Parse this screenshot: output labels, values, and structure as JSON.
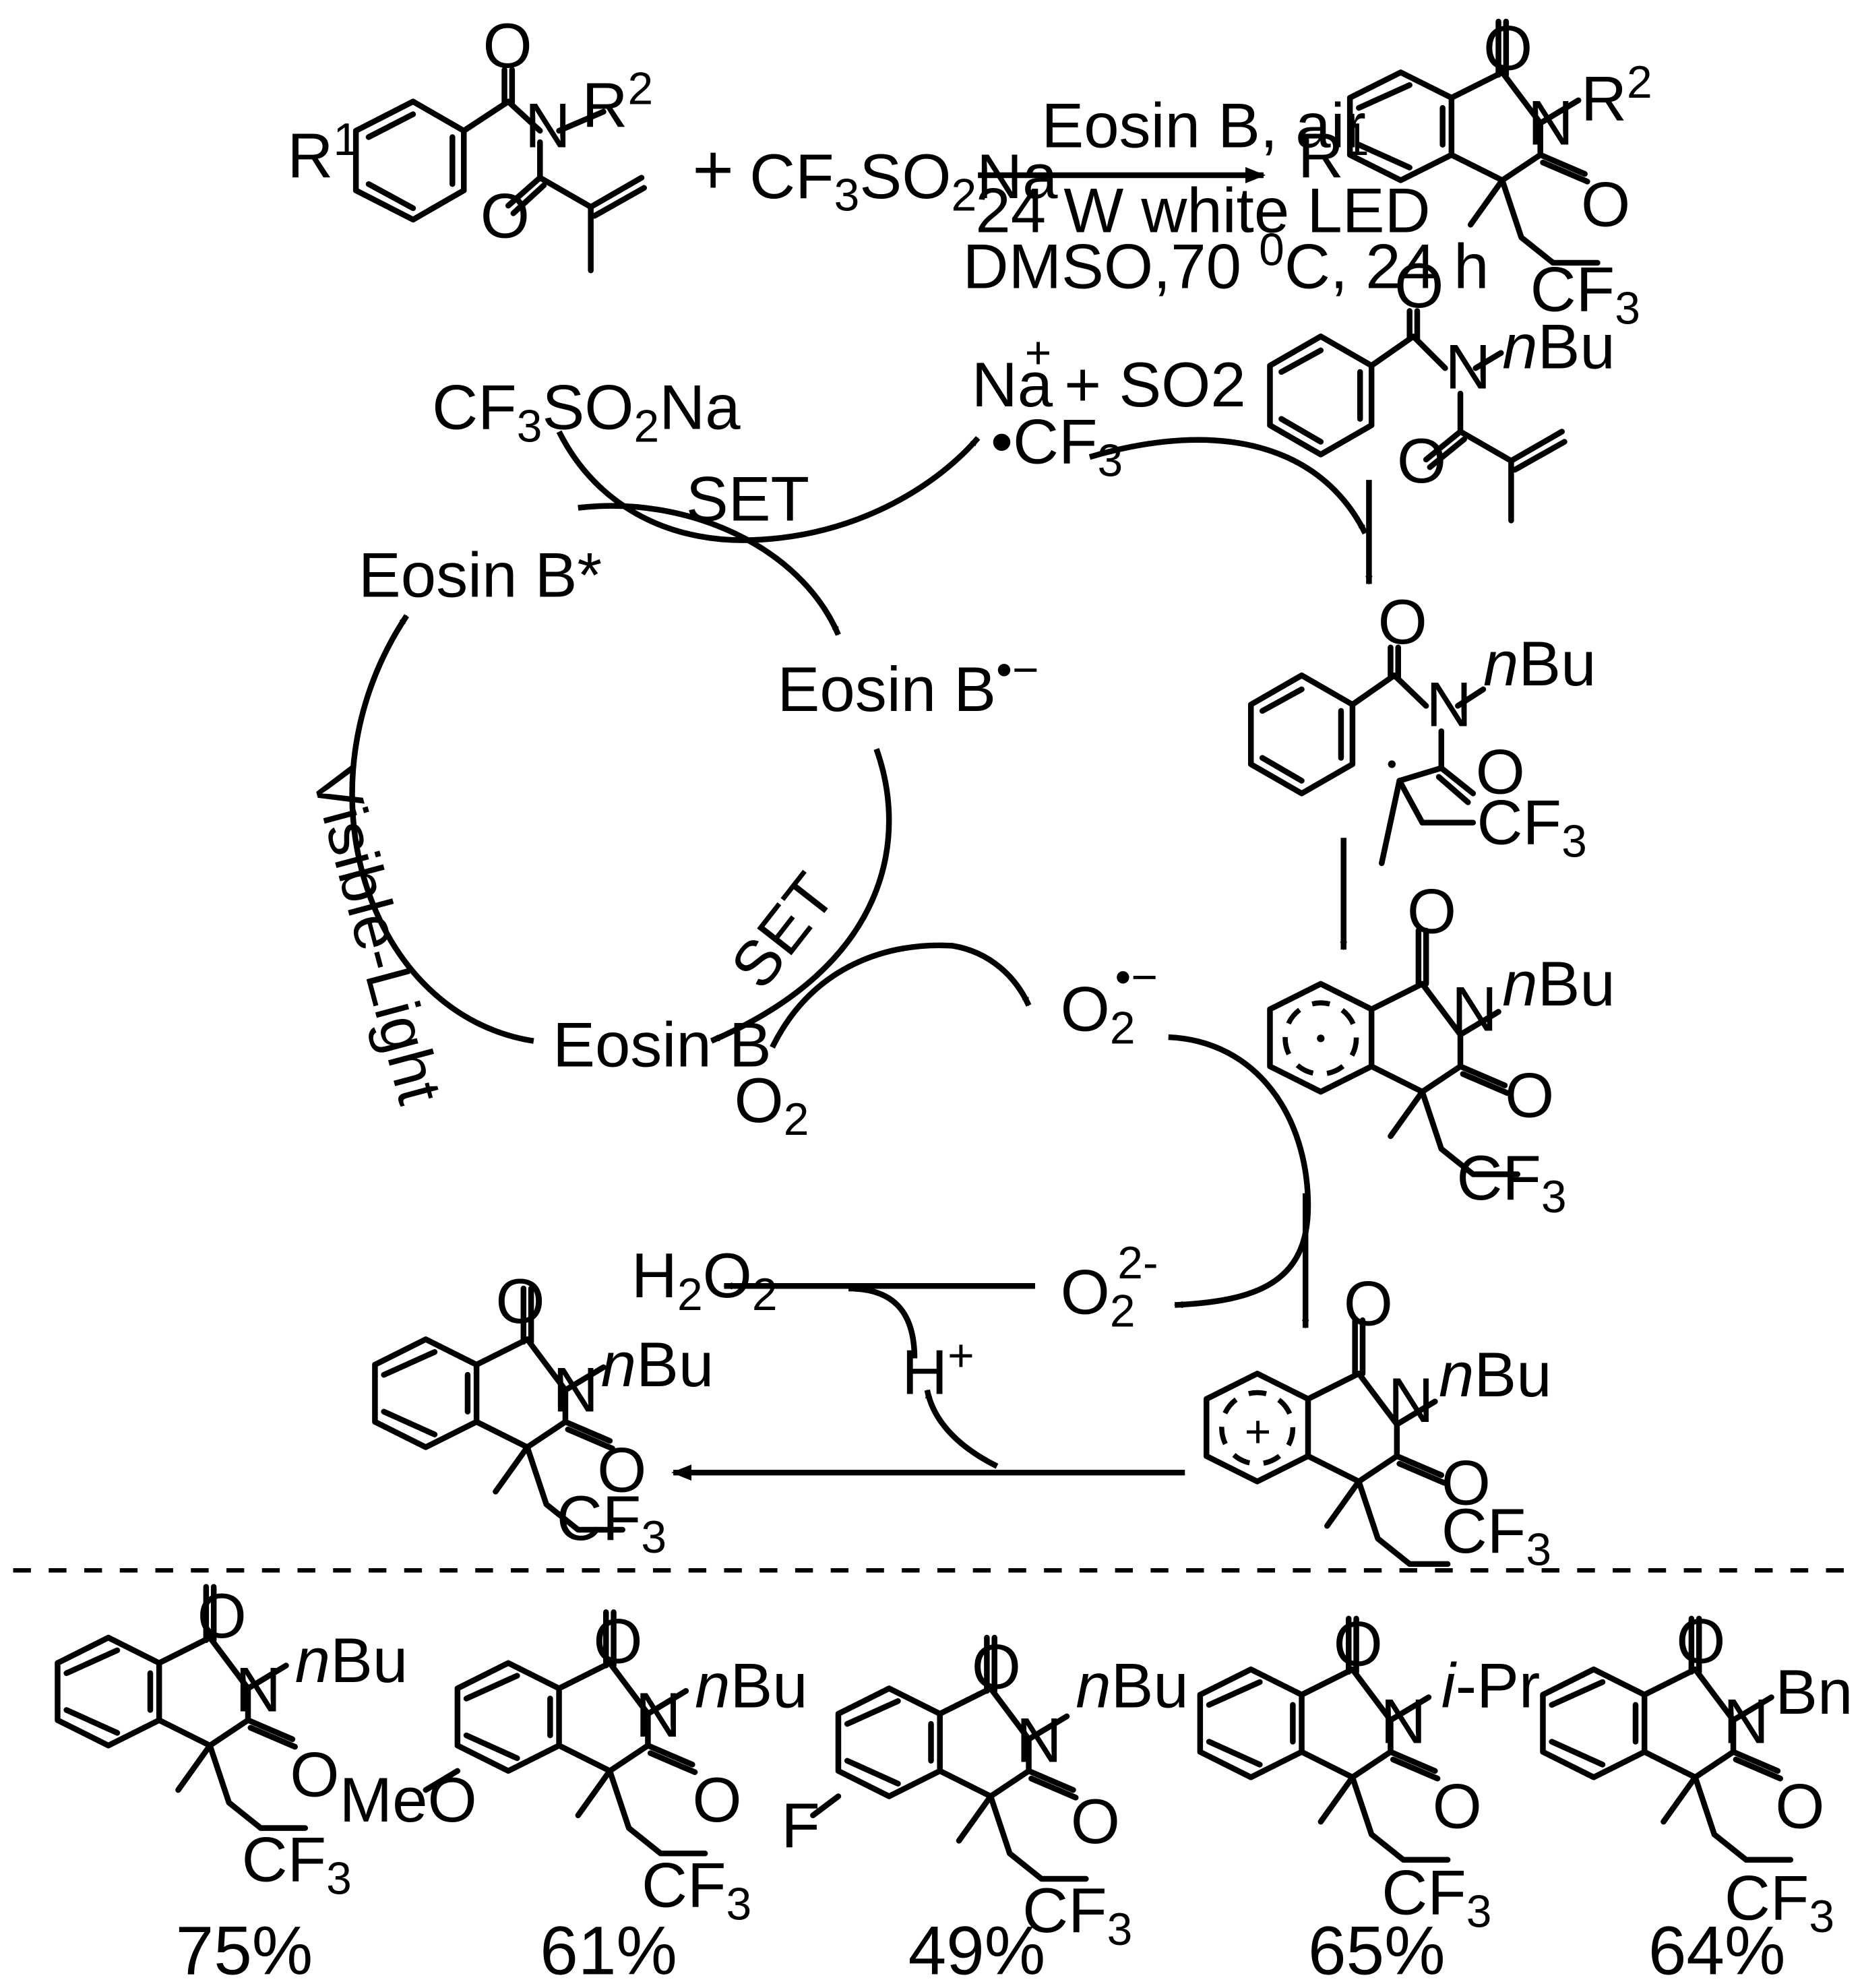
{
  "reaction": {
    "r1": "R",
    "r1_sup": "1",
    "r2": "R",
    "r2_sup": "2",
    "n": "N",
    "o": "O",
    "plus": "+",
    "reagent": "CF3SO2Na",
    "cond1": "Eosin B, air",
    "cond2": "24 W white LED",
    "cond3_a": "DMSO,70 ",
    "cond3_sup": "0",
    "cond3_b": "C, 24 h",
    "cf3": "CF3"
  },
  "mechanism": {
    "cf3so2na": "CF3SO2Na",
    "na": "Na",
    "na_sup": "+",
    "so2": "+ SO2",
    "cf3_radical": "CF3",
    "set1": "SET",
    "set2": "SET",
    "eosin_star": "Eosin B*",
    "eosin_radical": "Eosin B",
    "eosin_radical_sup": "•−",
    "eosin": "Eosin B",
    "visible_light": "Visible-Light",
    "o2": "O2",
    "o2_radical": "O2",
    "o2_radical_sup": "•−",
    "o2_dianion": "O2",
    "o2_dianion_sup": "2-",
    "h2o2": "H2O2",
    "h_plus": "H",
    "h_plus_sup": "+",
    "nbu": "nBu",
    "cation_plus": "+"
  },
  "substrates": [
    {
      "group": "nBu",
      "substituent": "",
      "yield": "75%"
    },
    {
      "group": "nBu",
      "substituent": "MeO",
      "yield": "61%"
    },
    {
      "group": "nBu",
      "substituent": "F",
      "yield": "49%"
    },
    {
      "group": "i-Pr",
      "substituent": "",
      "yield": "65%"
    },
    {
      "group": "Bn",
      "substituent": "",
      "yield": "64%"
    }
  ]
}
